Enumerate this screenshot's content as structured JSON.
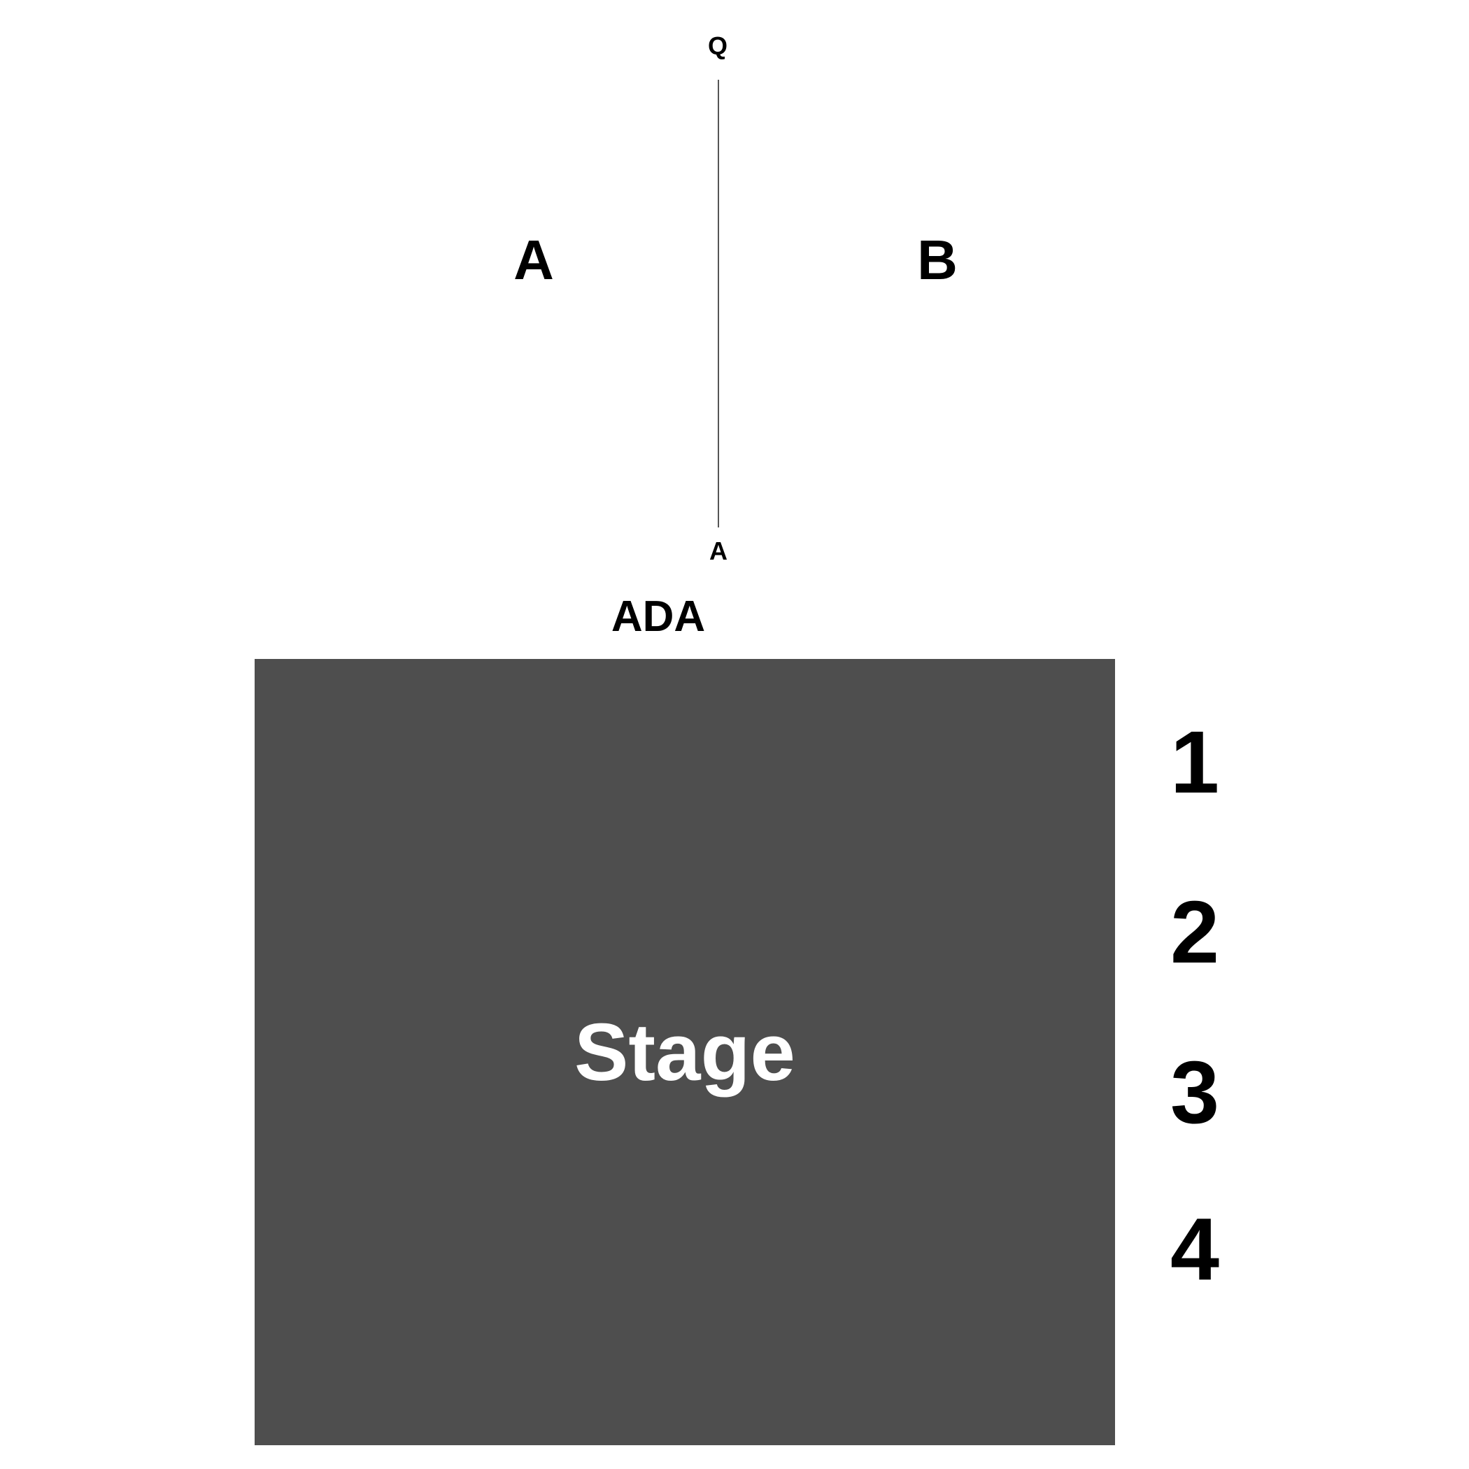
{
  "map": {
    "top_marker": "Q",
    "sections": {
      "left": "A",
      "right": "B"
    },
    "aisle_marker": "A",
    "accessible_label": "ADA",
    "stage": {
      "label": "Stage",
      "color": "#4e4e4e"
    },
    "rows": [
      "1",
      "2",
      "3",
      "4"
    ]
  }
}
